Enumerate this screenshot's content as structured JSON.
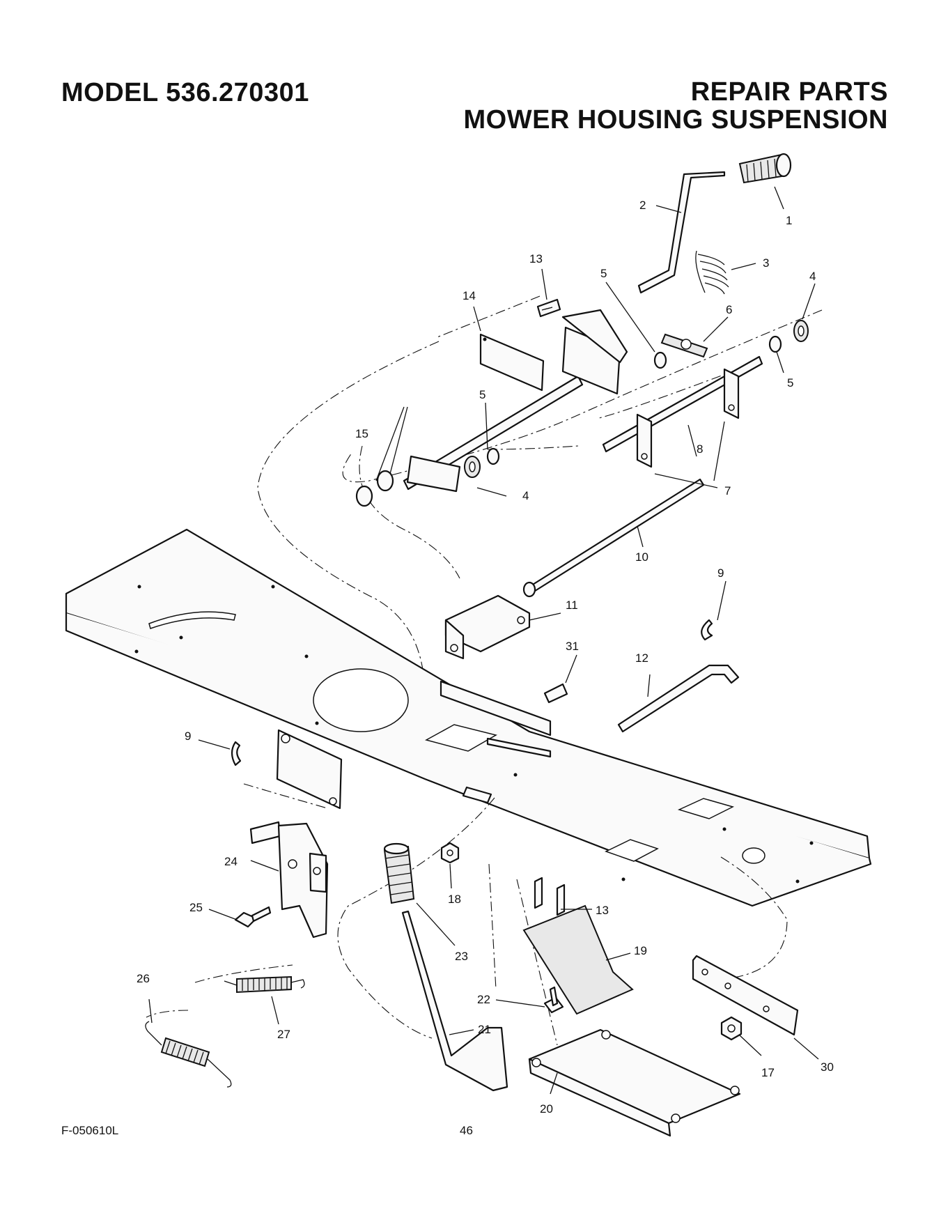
{
  "header": {
    "model": "MODEL 536.270301",
    "section_line1": "REPAIR PARTS",
    "section_line2": "MOWER HOUSING SUSPENSION"
  },
  "footer": {
    "figure_code": "F-050610L",
    "page_number": "46"
  },
  "callouts": {
    "c1": "1",
    "c2": "2",
    "c3": "3",
    "c4a": "4",
    "c4b": "4",
    "c5a": "5",
    "c5b": "5",
    "c5c": "5",
    "c6": "6",
    "c7": "7",
    "c8": "8",
    "c9a": "9",
    "c9b": "9",
    "c10": "10",
    "c11": "11",
    "c12": "12",
    "c13a": "13",
    "c13b": "13",
    "c14": "14",
    "c15": "15",
    "c17": "17",
    "c18": "18",
    "c19": "19",
    "c20": "20",
    "c21": "21",
    "c22": "22",
    "c23": "23",
    "c24": "24",
    "c25": "25",
    "c26": "26",
    "c27": "27",
    "c30": "30",
    "c31": "31"
  }
}
